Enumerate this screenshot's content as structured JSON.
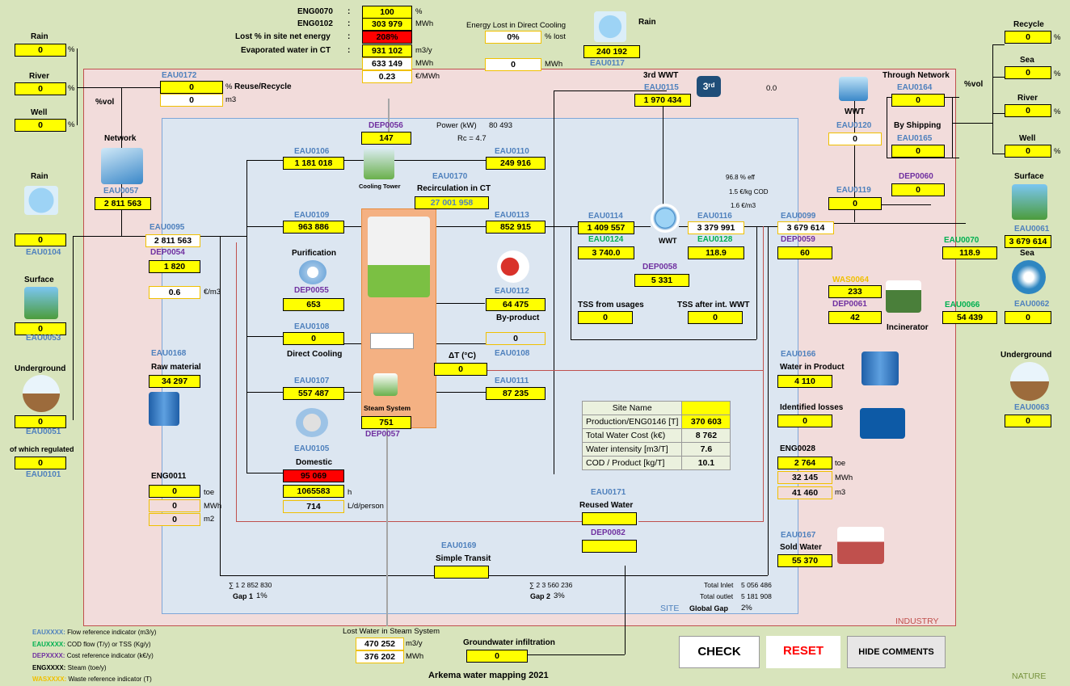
{
  "zones": {
    "industry": "INDUSTRY",
    "site": "SITE",
    "nature": "NATURE"
  },
  "top": {
    "eng0070": {
      "code": "ENG0070",
      "value": "100",
      "unit": "%"
    },
    "eng0102": {
      "code": "ENG0102",
      "value": "303 979",
      "unit": "MWh"
    },
    "lost_pct": {
      "label": "Lost % in site net energy",
      "value": "208%"
    },
    "evap": {
      "label": "Evaporated water in CT",
      "value1": "931 102",
      "unit1": "m3/y",
      "value2": "633 149",
      "unit2": "MWh",
      "value3": "0.23",
      "unit3": "€/MWh"
    },
    "direct_cooling": {
      "label": "Energy Lost in Direct Cooling",
      "pct": "0%",
      "pct_unit": "% lost",
      "mwh": "0",
      "mwh_unit": "MWh"
    },
    "rain": {
      "label": "Rain",
      "value": "240 192",
      "code": "EAU0117"
    },
    "colon": ":"
  },
  "left": {
    "rain": {
      "label": "Rain",
      "value": "0",
      "unit": "%"
    },
    "river": {
      "label": "River",
      "value": "0",
      "unit": "%"
    },
    "well": {
      "label": "Well",
      "value": "0",
      "unit": "%"
    },
    "vol": "%vol",
    "network": "Network",
    "eau0057": {
      "code": "EAU0057",
      "value": "2 811 563"
    },
    "rain2": "Rain",
    "eau0104": {
      "code": "EAU0104",
      "value": "0"
    },
    "surface": {
      "label": "Surface",
      "value": "0",
      "code": "EAU0053"
    },
    "underground": {
      "label": "Underground",
      "value": "0",
      "code": "EAU0051"
    },
    "regulated": {
      "label": "of which regulated",
      "value": "0",
      "code": "EAU0101"
    }
  },
  "reuse": {
    "code": "EAU0172",
    "pct": "0",
    "pct_unit": "%",
    "m3": "0",
    "m3_unit": "m3",
    "label": "Reuse/Recycle"
  },
  "site": {
    "eau0095": {
      "code": "EAU0095",
      "value": "2 811 563"
    },
    "dep0054": {
      "code": "DEP0054",
      "value": "1 820"
    },
    "eur_m3": {
      "value": "0.6",
      "unit": "€/m3"
    },
    "eau0106": {
      "code": "EAU0106",
      "value": "1 181 018"
    },
    "eau0109": {
      "code": "EAU0109",
      "value": "963 886"
    },
    "purification": {
      "label": "Purification",
      "code": "DEP0055",
      "value": "653"
    },
    "eau0108": {
      "code": "EAU0108",
      "value": "0",
      "label": "Direct Cooling"
    },
    "eau0107": {
      "code": "EAU0107",
      "value": "557 487"
    },
    "domestic": {
      "code": "EAU0105",
      "label": "Domestic",
      "value1": "95 069",
      "value2": "1065583",
      "unit2": "h",
      "value3": "714",
      "unit3": "L/d/person"
    },
    "dep0056": {
      "code": "DEP0056",
      "value": "147",
      "label": "Cooling Tower"
    },
    "power": {
      "label": "Power (kW)",
      "value": "80 493",
      "rc": "Rc = 4.7"
    },
    "eau0110": {
      "code": "EAU0110",
      "value": "249 916"
    },
    "eau0170": {
      "code": "EAU0170",
      "label": "Recirculation in CT",
      "value": "27 001 958"
    },
    "eau0113": {
      "code": "EAU0113",
      "value": "852 915"
    },
    "eau0112": {
      "code": "EAU0112",
      "value": "64 475",
      "label": "By-product"
    },
    "eau0108b": {
      "code": "EAU0108",
      "value": "0"
    },
    "dt": {
      "label": "ΔT (°C)",
      "value": "0"
    },
    "eau0111": {
      "code": "EAU0111",
      "value": "87 235"
    },
    "steam": {
      "label": "Steam System",
      "code": "DEP0057",
      "value": "751"
    },
    "eau0114": {
      "code": "EAU0114",
      "value": "1 409 557",
      "cod_code": "EAU0124",
      "cod": "3 740.0"
    },
    "wwt": {
      "label": "WWT",
      "code": "DEP0058",
      "value": "5 331",
      "eff": "96.8 % eff",
      "kgcod": "1.5 €/kg COD",
      "m3": "1.6 €/m3"
    },
    "eau0116": {
      "code": "EAU0116",
      "value": "3 379 991",
      "cod_code": "EAU0128",
      "cod": "118.9"
    },
    "tss_usage": {
      "label": "TSS from usages",
      "value": "0"
    },
    "tss_after": {
      "label": "TSS after int. WWT",
      "value": "0"
    },
    "third": {
      "label": "3rd WWT",
      "code": "EAU0115",
      "value": "1 970 434",
      "right": "0.0"
    },
    "raw": {
      "code": "EAU0168",
      "label": "Raw material",
      "value": "34 297"
    },
    "eng0011": {
      "code": "ENG0011",
      "v1": "0",
      "u1": "toe",
      "v2": "0",
      "u2": "MWh",
      "v3": "0",
      "u3": "m2"
    },
    "reused": {
      "code": "EAU0171",
      "label": "Reused Water",
      "dep": "DEP0082"
    },
    "transit": {
      "code": "EAU0169",
      "label": "Simple Transit"
    },
    "gap1": {
      "sum": "∑ 1 2 852 830",
      "label": "Gap 1",
      "value": "1%"
    },
    "gap2": {
      "sum": "∑ 2 3 560 236",
      "label": "Gap 2",
      "value": "3%"
    },
    "totals": {
      "inlet_label": "Total Inlet",
      "inlet": "5 056 486",
      "outlet_label": "Total outlet",
      "outlet": "5 181 908",
      "gap_label": "Global Gap",
      "gap": "2%"
    }
  },
  "summary": {
    "site_name": "Site Name",
    "rows": [
      {
        "label": "Production/ENG0146 [T]",
        "value": "370 603"
      },
      {
        "label": "Total Water Cost (k€)",
        "value": "8 762"
      },
      {
        "label": "Water intensity [m3/T]",
        "value": "7.6"
      },
      {
        "label": "COD / Product  [kg/T]",
        "value": "10.1"
      }
    ]
  },
  "right": {
    "eau0099": {
      "code": "EAU0099",
      "value": "3 679 614",
      "dep": "DEP0059",
      "depv": "60"
    },
    "wwt_icon": "WWT",
    "eau0120": {
      "code": "EAU0120",
      "value": "0"
    },
    "through": {
      "label": "Through Network",
      "code": "EAU0164",
      "value": "0"
    },
    "shipping": {
      "label": "By Shipping",
      "code": "EAU0165",
      "value": "0"
    },
    "eau0119": {
      "code": "EAU0119",
      "value": "0"
    },
    "dep0060": {
      "code": "DEP0060",
      "value": "0"
    },
    "was": {
      "code": "WAS0064",
      "value": "233",
      "dep": "DEP0061",
      "depv": "42",
      "label": "Incinerator"
    },
    "water_product": {
      "code": "EAU0166",
      "label": "Water in Product",
      "value": "4 110"
    },
    "losses": {
      "label": "Identified losses",
      "value": "0"
    },
    "eng0028": {
      "code": "ENG0028",
      "v1": "2 764",
      "u1": "toe",
      "v2": "32 145",
      "u2": "MWh",
      "v3": "41 460",
      "u3": "m3"
    },
    "sold": {
      "code": "EAU0167",
      "label": "Sold Water",
      "value": "55 370"
    },
    "eau0070": {
      "code": "EAU0070",
      "value": "118.9"
    },
    "eau0066": {
      "code": "EAU0066",
      "value": "54 439"
    }
  },
  "far": {
    "vol": "%vol",
    "recycle": {
      "label": "Recycle",
      "value": "0",
      "unit": "%"
    },
    "sea": {
      "label": "Sea",
      "value": "0",
      "unit": "%"
    },
    "river": {
      "label": "River",
      "value": "0",
      "unit": "%"
    },
    "well": {
      "label": "Well",
      "value": "0",
      "unit": "%"
    },
    "surface": {
      "label": "Surface",
      "code": "EAU0061",
      "value": "3 679 614"
    },
    "sea2": {
      "label": "Sea",
      "code": "EAU0062",
      "value": "0"
    },
    "underground": {
      "label": "Underground",
      "code": "EAU0063",
      "value": "0"
    }
  },
  "bottom": {
    "lost_steam": {
      "label": "Lost Water in Steam System",
      "v1": "470 252",
      "u1": "m3/y",
      "v2": "376 202",
      "u2": "MWh"
    },
    "gw": {
      "label": "Groundwater infiltration",
      "value": "0"
    },
    "title": "Arkema water mapping 2021",
    "buttons": {
      "check": "CHECK",
      "reset": "RESET",
      "hide": "HIDE COMMENTS"
    }
  },
  "legend": [
    {
      "code": "EAUXXXX:",
      "text": " Flow reference indicator (m3/y)",
      "color": "#4f81bd"
    },
    {
      "code": "EAUXXXX:",
      "text": " COD flow (T/y) or TSS (Kg/y)",
      "color": "#00b050"
    },
    {
      "code": "DEPXXXX:",
      "text": " Cost reference indicator (k€/y)",
      "color": "#7030a0"
    },
    {
      "code": "ENGXXXX:",
      "text": " Steam  (toe/y)",
      "color": "#000000"
    },
    {
      "code": "WASXXXX:",
      "text": " Waste reference indicator (T)",
      "color": "#f0c000"
    }
  ]
}
